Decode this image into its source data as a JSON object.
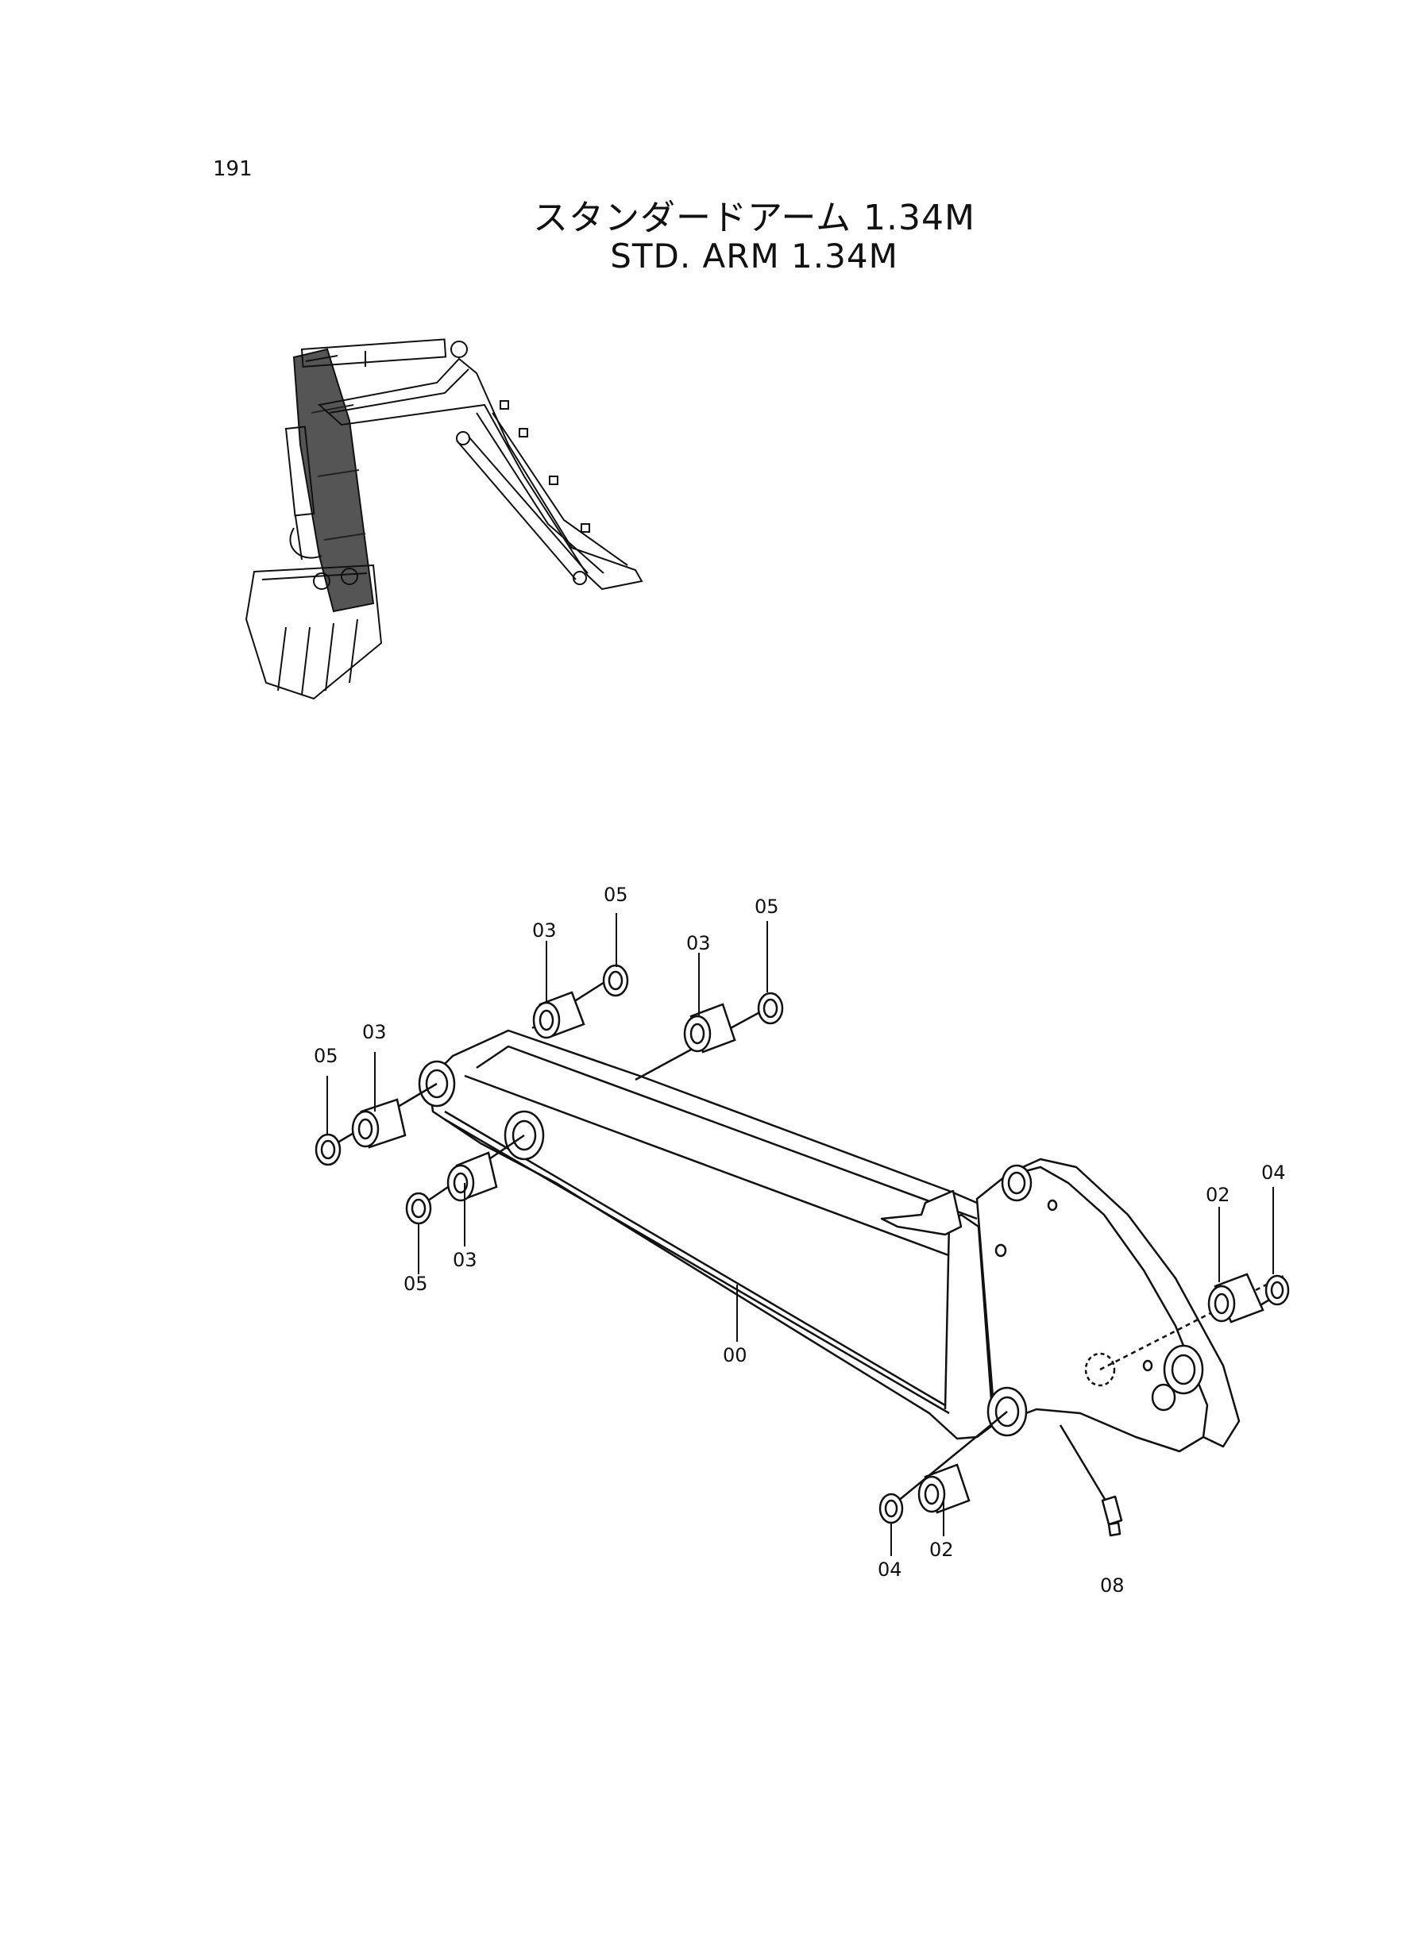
{
  "page": {
    "number": "191"
  },
  "title": {
    "japanese": "スタンダードアーム 1.34M",
    "english": "STD. ARM  1.34M"
  },
  "callouts": [
    "00",
    "02",
    "02",
    "03",
    "03",
    "03",
    "03",
    "04",
    "04",
    "05",
    "05",
    "05",
    "05",
    "08"
  ]
}
